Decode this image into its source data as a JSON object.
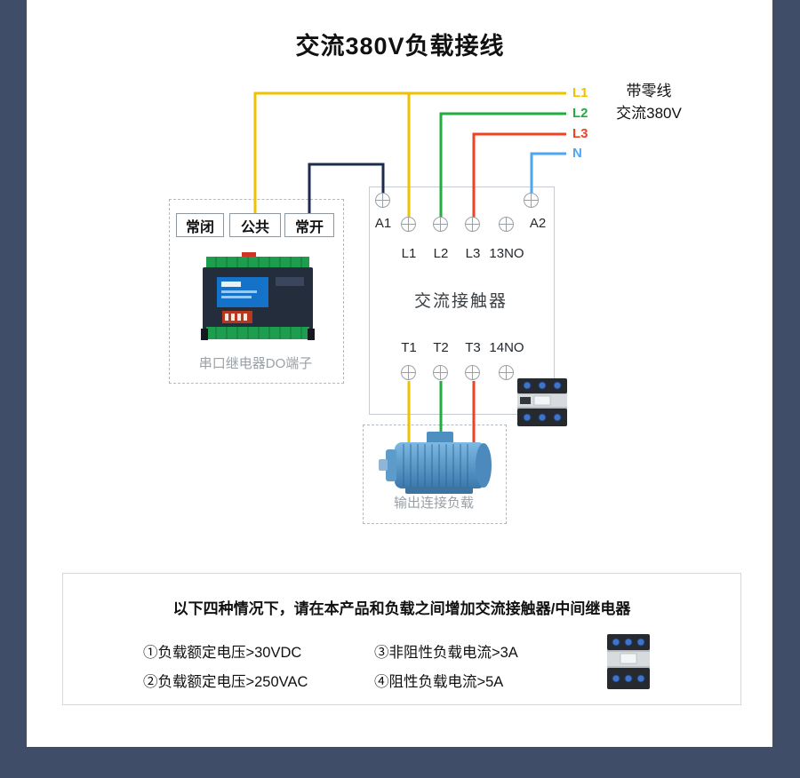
{
  "title": "交流380V负载接线",
  "supply_note": {
    "line1": "带零线",
    "line2": "交流380V"
  },
  "wires": {
    "l1": {
      "label": "L1",
      "color": "#efc100"
    },
    "l2": {
      "label": "L2",
      "color": "#1fad3e"
    },
    "l3": {
      "label": "L3",
      "color": "#ee4223"
    },
    "n": {
      "label": "N",
      "color": "#4da6f2"
    },
    "coil": {
      "color": "#1d2c4e"
    }
  },
  "relay_module": {
    "terminals": [
      "常闭",
      "公共",
      "常开"
    ],
    "caption": "串口继电器DO端子"
  },
  "contactor": {
    "coil_left_label": "A1",
    "coil_right_label": "A2",
    "input_labels": [
      "L1",
      "L2",
      "L3",
      "13NO"
    ],
    "name": "交流接触器",
    "output_labels": [
      "T1",
      "T2",
      "T3",
      "14NO"
    ]
  },
  "load": {
    "caption": "输出连接负载"
  },
  "notice": {
    "title": "以下四种情况下，请在本产品和负载之间增加交流接触器/中间继电器",
    "items": [
      "①负载额定电压>30VDC",
      "②负载额定电压>250VAC",
      "③非阻性负载电流>3A",
      "④阻性负载电流>5A"
    ]
  },
  "colors": {
    "frame": "#3f4d68"
  }
}
